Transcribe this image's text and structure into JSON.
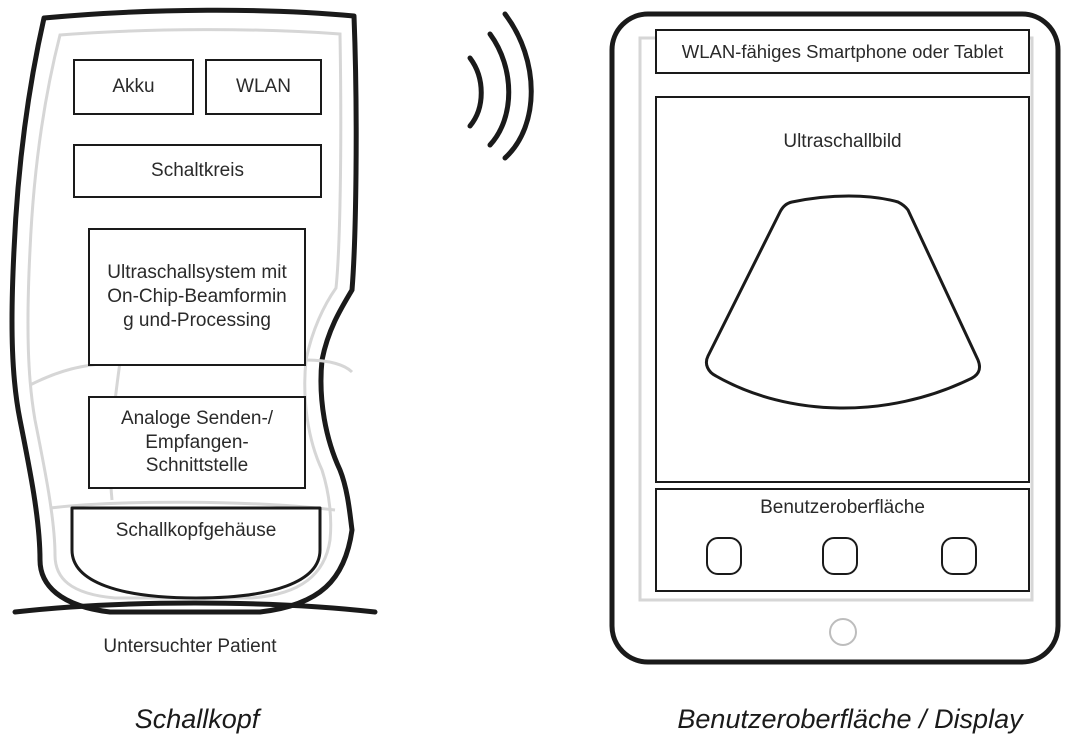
{
  "probe": {
    "caption": "Schallkopf",
    "battery_label": "Akku",
    "wlan_label": "WLAN",
    "circuit_label": "Schaltkreis",
    "ultrasound_system_label": "Ultraschallsystem mit On-Chip-Beamforming und-Processing",
    "analog_interface_label": "Analoge Senden-/ Empfangen-Schnittstelle",
    "housing_label": "Schallkopfgehäuse",
    "patient_label": "Untersuchter Patient"
  },
  "tablet": {
    "caption": "Benutzeroberfläche / Display",
    "device_label": "WLAN-fähiges Smartphone oder Tablet",
    "image_label": "Ultraschallbild",
    "ui_label": "Benutzeroberfläche",
    "button_count": 3
  },
  "icons": [
    "wireless-signal-icon",
    "ultrasound-sector-icon",
    "home-button-icon"
  ],
  "colors": {
    "stroke": "#1a1a1a",
    "light_stroke": "#d6d6d6",
    "background": "#ffffff"
  }
}
